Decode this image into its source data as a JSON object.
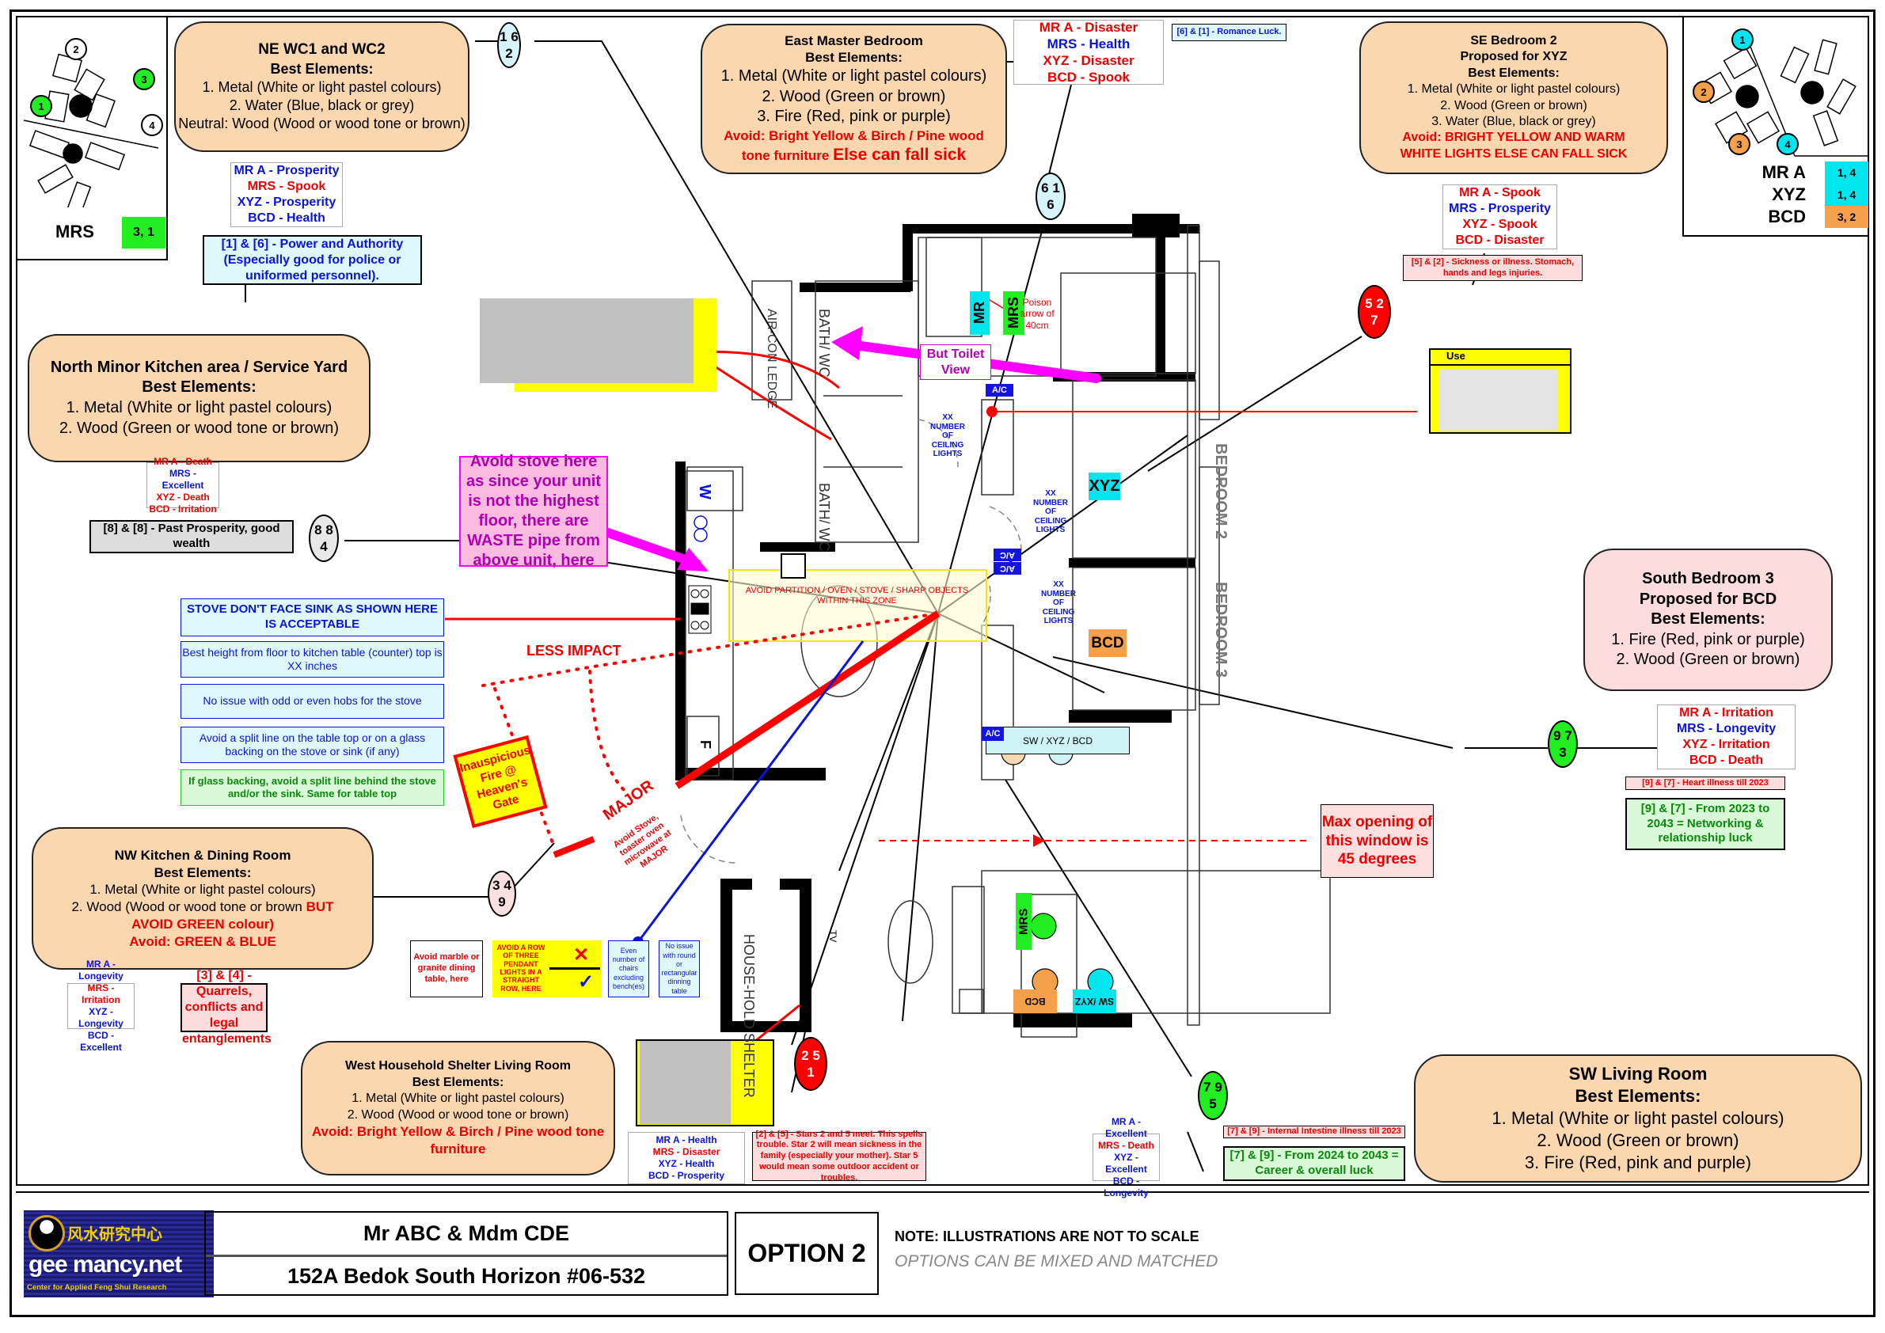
{
  "rooms": {
    "ne_wc": {
      "title": "NE WC1 and WC2",
      "subtitle": "Best Elements:",
      "lines": [
        "1. Metal (White or light pastel colours)",
        "2. Water (Blue, black or grey)",
        "Neutral: Wood (Wood or wood tone or brown)"
      ]
    },
    "east_master": {
      "title": "East Master Bedroom",
      "subtitle": "Best Elements:",
      "lines": [
        "1. Metal (White or light pastel colours)",
        "2. Wood (Green or brown)",
        "3. Fire (Red, pink or purple)"
      ],
      "avoid": "Avoid: Bright Yellow & Birch / Pine wood tone furniture",
      "avoid_strong": "Else can fall sick"
    },
    "se_bed2": {
      "title": "SE Bedroom 2",
      "title2": "Proposed for XYZ",
      "subtitle": "Best Elements:",
      "lines": [
        "1. Metal (White or light pastel colours)",
        "2. Wood (Green or brown)",
        "3. Water (Blue, black or grey)"
      ],
      "avoid": "Avoid: BRIGHT YELLOW AND WARM WHITE LIGHTS ELSE CAN FALL SICK"
    },
    "north_kitchen": {
      "title": "North Minor Kitchen area / Service Yard",
      "subtitle": "Best Elements:",
      "lines": [
        "1. Metal (White or light pastel colours)",
        "2. Wood (Green or wood tone or brown)"
      ]
    },
    "south_bed3": {
      "title": "South Bedroom 3",
      "title2": "Proposed for BCD",
      "subtitle": "Best Elements:",
      "lines": [
        "1. Fire (Red, pink or purple)",
        "2. Wood (Green or brown)"
      ]
    },
    "nw_kitchen": {
      "title": "NW  Kitchen & Dining Room",
      "subtitle": "Best Elements:",
      "line1": "1. Metal (White or light pastel colours)",
      "line2_a": "2. Wood (Wood or wood tone or brown ",
      "line2_b": "BUT AVOID GREEN colour)",
      "avoid": "Avoid:  GREEN & BLUE"
    },
    "west_shelter": {
      "title": "West Household Shelter Living Room",
      "subtitle": "Best Elements:",
      "lines": [
        "1. Metal (White or light pastel colours)",
        "2. Wood (Wood or wood tone or brown)"
      ],
      "avoid": "Avoid: Bright Yellow & Birch / Pine wood tone furniture"
    },
    "sw_living": {
      "title": "SW  Living Room",
      "subtitle": "Best Elements:",
      "lines": [
        "1. Metal (White or light pastel colours)",
        "2. Wood (Green or brown)",
        "3. Fire (Red, pink and purple)"
      ]
    }
  },
  "luck": {
    "ne_wc": [
      {
        "p": "MR A -  ",
        "v": "Prosperity",
        "good": true
      },
      {
        "p": "MRS  -  ",
        "v": "Spook",
        "good": false
      },
      {
        "p": "XYZ -  ",
        "v": "Prosperity",
        "good": true
      },
      {
        "p": "BCD -  ",
        "v": "Health",
        "good": true
      }
    ],
    "east_master": [
      {
        "p": "MR A -  ",
        "v": "Disaster",
        "good": false
      },
      {
        "p": "MRS  -  ",
        "v": "Health",
        "good": true
      },
      {
        "p": "XYZ -  ",
        "v": "Disaster",
        "good": false
      },
      {
        "p": "BCD -  ",
        "v": "Spook",
        "good": false
      }
    ],
    "se_bed2": [
      {
        "p": "MR A -  ",
        "v": "Spook",
        "good": false
      },
      {
        "p": "MRS  -  ",
        "v": "Prosperity",
        "good": true
      },
      {
        "p": "XYZ -  ",
        "v": "Spook",
        "good": false
      },
      {
        "p": "BCD -  ",
        "v": "Disaster",
        "good": false
      }
    ],
    "north_kitchen": [
      {
        "p": "MR A -  ",
        "v": "Death",
        "good": false
      },
      {
        "p": "MRS  -  ",
        "v": "Excellent",
        "good": true
      },
      {
        "p": "XYZ -  ",
        "v": "Death",
        "good": false
      },
      {
        "p": "BCD -  ",
        "v": "Irritation",
        "good": false
      }
    ],
    "south_bed3": [
      {
        "p": "MR A -  ",
        "v": "Irritation",
        "good": false
      },
      {
        "p": "MRS  -  ",
        "v": "Longevity",
        "good": true
      },
      {
        "p": "XYZ -  ",
        "v": "Irritation",
        "good": false
      },
      {
        "p": "BCD -  ",
        "v": "Death",
        "good": false
      }
    ],
    "nw_kitchen": [
      {
        "p": "MR A -  ",
        "v": "Longevity",
        "good": true
      },
      {
        "p": "MRS  -  ",
        "v": "Irritation",
        "good": false
      },
      {
        "p": "XYZ -  ",
        "v": "Longevity",
        "good": true
      },
      {
        "p": "BCD -  ",
        "v": "Excellent",
        "good": true
      }
    ],
    "west_shelter": [
      {
        "p": "MR A -  ",
        "v": "Health",
        "good": true
      },
      {
        "p": "MRS  -  ",
        "v": "Disaster",
        "good": false
      },
      {
        "p": "XYZ -  ",
        "v": "Health",
        "good": true
      },
      {
        "p": "BCD -  ",
        "v": "Prosperity",
        "good": true
      }
    ],
    "sw_living": [
      {
        "p": "MR A -  ",
        "v": "Excellent",
        "good": true
      },
      {
        "p": "MRS  -  ",
        "v": "Death",
        "good": false
      },
      {
        "p": "XYZ -  ",
        "v": "Excellent",
        "good": true
      },
      {
        "p": "BCD -  ",
        "v": "Longevity",
        "good": true
      }
    ]
  },
  "notes": {
    "power": "[1] & [6] - Power and Authority (Especially good for police or uniformed personnel).",
    "romance": "[6] & [1] - Romance Luck.",
    "sickness": "[5] & [2] - Sickness or illness. Stomach, hands and legs injuries.",
    "past_prosperity": "[8] & [8] - Past Prosperity, good wealth",
    "heart": "[9] & [7] - Heart illness till 2023",
    "networking": "[9] & [7] - From 2023 to 2043 = Networking & relationship luck",
    "quarrels": "[3] & [4] - Quarrels, conflicts and legal entanglements",
    "stars25": "[2] & [5] - Stars 2 and 5 meet. This spells trouble. Star 2 will mean sickness in the family (especially your mother). Star 5 would mean some outdoor accident or troubles.",
    "intestine": "[7] & [9] - Internal Intestine illness till 2023",
    "career": "[7] & [9] - From 2024 to 2043 = Career & overall luck",
    "avoid_stove": "Avoid stove here as since your unit is not the highest floor, there are WASTE pipe from above unit, here",
    "but_toilet": "But Toilet View",
    "poison": "Poison arrow of 40cm",
    "max_opening": "Max opening of this window is 45 degrees",
    "avoid_zone": "AVOID PARTITION / OVEN / STOVE /  SHARP OBJECTS WITHIN THIS ZONE",
    "less_impact": "LESS IMPACT",
    "major": "MAJOR",
    "major_sub": "Avoid Stove, toaster oven microwave at MAJOR",
    "inauspicious": "Inauspicious Fire @ Heaven's Gate",
    "marble": "Avoid marble or granite dining table, here",
    "pendant": "AVOID A ROW OF THREE PENDANT LIGHTS IN A STRAIGHT ROW, HERE",
    "even_chairs": "Even number of chairs excluding bench(es)",
    "round_table": "No issue with round or rectangular dinning table",
    "use_label": "Use",
    "ceiling_lights": "XX NUMBER OF CEILING LIGHTS"
  },
  "kitchen_tips": [
    {
      "text": "STOVE DON'T FACE SINK AS SHOWN HERE IS ACCEPTABLE",
      "style": "bold"
    },
    {
      "text": "Best height from floor to kitchen table (counter) top is XX inches",
      "style": "normal"
    },
    {
      "text": "No issue with odd or even hobs for the stove",
      "style": "normal"
    },
    {
      "text": "Avoid a split line on the table top or on a glass backing on the stove or sink (if any)",
      "style": "normal"
    },
    {
      "text": "If glass backing, avoid a split line behind the stove and/or the sink. Same for table top",
      "style": "green"
    }
  ],
  "stars": {
    "ne_wc": "1 6|2",
    "east_master": "6 1|6",
    "se_bed2": "5 2|7",
    "north_kitchen": "8 8|4",
    "south_bed3": "9 7|3",
    "nw_kitchen": "3 4|9",
    "west_shelter": "2 5|1",
    "sw_living": "7 9|5"
  },
  "floorplan": {
    "labels": {
      "bath_wc_1": "BATH/ WC",
      "bath_wc_2": "BATH/ WC",
      "aircon": "AIR-CON LEDGE",
      "bedroom2": "BEDROOM 2",
      "bedroom3": "BEDROOM 3",
      "shelter": "HOUSE-HOLD SHELTER",
      "tv": "TV",
      "w": "W",
      "f": "F",
      "ac": "A/C",
      "desk": "SW / XYZ / BCD"
    },
    "occupants": {
      "mr": "MR",
      "mrs": "MRS",
      "xyz": "XYZ",
      "bcd": "BCD",
      "mrs_living": "MRS",
      "bcd_living": "BCD",
      "swxyz_living": "SW /XYZ"
    }
  },
  "compass_left": {
    "numbers": [
      "1",
      "2",
      "3",
      "4"
    ],
    "person": "MRS",
    "value": "3, 1",
    "color": "#22ee22"
  },
  "compass_right": {
    "numbers": [
      "1",
      "2",
      "3",
      "4"
    ],
    "rows": [
      {
        "name": "MR A",
        "value": "1, 4",
        "color": "#00e5ee"
      },
      {
        "name": "XYZ",
        "value": "1, 4",
        "color": "#00e5ee"
      },
      {
        "name": "BCD",
        "value": "3, 2",
        "color": "#f5a04a"
      }
    ]
  },
  "footer": {
    "client": "Mr ABC  & Mdm CDE",
    "address": "152A Bedok South Horizon #06-532",
    "option": "OPTION 2",
    "note1": "NOTE: ILLUSTRATIONS ARE NOT TO SCALE",
    "note2": "OPTIONS CAN BE MIXED AND MATCHED",
    "logo_main": "gee mancy.net",
    "logo_cn": "风水研究中心",
    "logo_sub": "Center for Applied Feng Shui Research"
  },
  "colors": {
    "room_fill": "#fbd7b0",
    "good": "#0a14d8",
    "bad": "#e00000",
    "highlight": "#ffff00",
    "magenta": "#ff00ff"
  }
}
